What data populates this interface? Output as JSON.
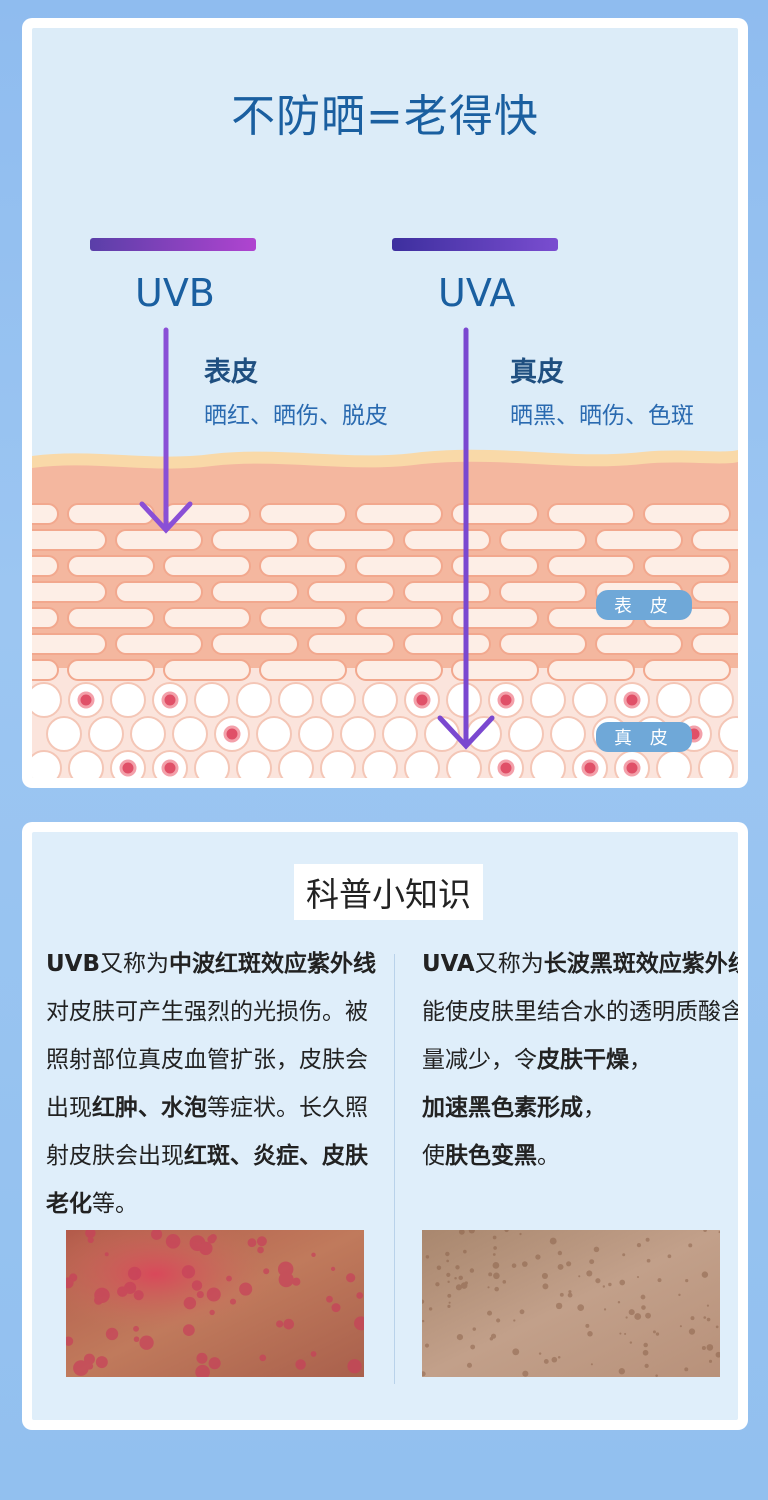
{
  "top": {
    "title": "不防晒=老得快",
    "uvb": {
      "label": "UVB",
      "layer": "表皮",
      "effects": "晒红、晒伤、脱皮"
    },
    "uva": {
      "label": "UVA",
      "layer": "真皮",
      "effects": "晒黑、晒伤、色斑"
    },
    "tags": {
      "epidermis": "表 皮",
      "dermis": "真 皮"
    }
  },
  "science": {
    "title": "科普小知识",
    "uvb": {
      "p1": "UVB",
      "p2": "又称为",
      "p3": "中波红斑效应紫外线",
      "p4": "对皮肤可产生强烈的光损伤。被照射部位真皮血管扩张，皮肤会出现",
      "p5": "红肿、水泡",
      "p6": "等症状。长久照射皮肤会出现",
      "p7": "红斑、炎症、皮肤老化",
      "p8": "等。"
    },
    "uva": {
      "p1": "UVA",
      "p2": "又称为",
      "p3": "长波黑斑效应紫外线",
      "p4": "能使皮肤里结合水的透明质酸含量减少，令",
      "p5": "皮肤干燥",
      "p6": "，",
      "p7": "加速黑色素形成",
      "p8": "，",
      "p9": "使",
      "p10": "肤色变黑",
      "p11": "。"
    }
  },
  "colors": {
    "title_blue": "#1a5fa0",
    "arrow_purple": "#8a4fd6",
    "skin_top": "#f9d7a4",
    "skin_cells": "#f5b9a0",
    "dermis_red": "#e05068"
  },
  "icons": [
    "arrow-down-icon"
  ]
}
